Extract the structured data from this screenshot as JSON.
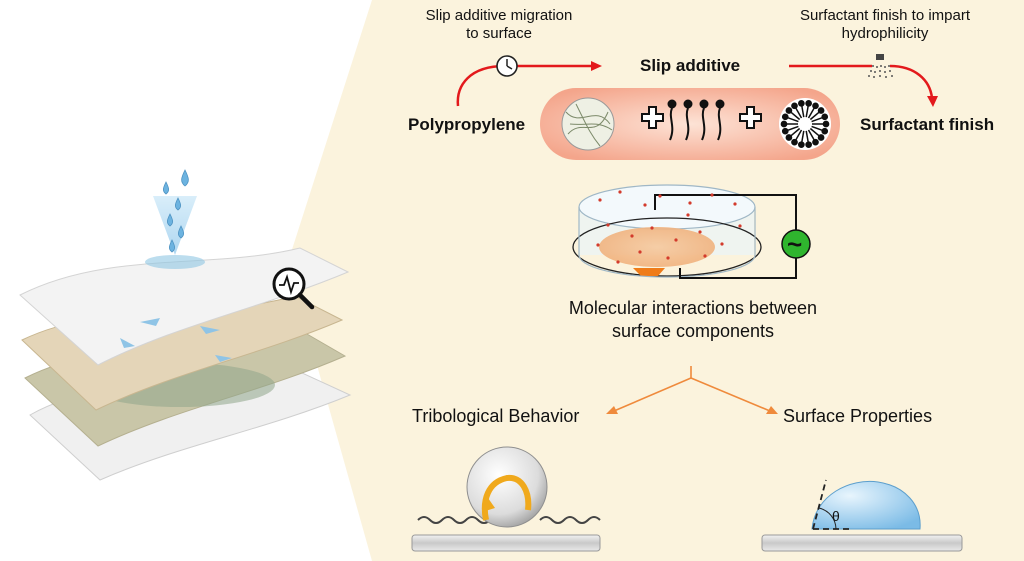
{
  "labels": {
    "migration_line1": "Slip additive migration",
    "migration_line2": "to surface",
    "slip_additive": "Slip additive",
    "surfactant_line1": "Surfactant finish to impart",
    "surfactant_line2": "hydrophilicity",
    "polypropylene": "Polypropylene",
    "surfactant_finish": "Surfactant finish",
    "interactions_line1": "Molecular interactions between",
    "interactions_line2": "surface components",
    "tribological": "Tribological Behavior",
    "surface_properties": "Surface Properties",
    "theta": "θ",
    "ac_symbol": "~"
  },
  "colors": {
    "arrow_red": "#e3191c",
    "branch_orange": "#ef8a3c",
    "beam": "#fbf3dd",
    "capsule": "#f7b49b",
    "ac_green": "#2fb52e",
    "droplet": "#a9d3ef",
    "particle_red": "#d33b2c"
  },
  "icons": [
    "clock-icon",
    "magnifier-icon",
    "spray-nozzle-icon",
    "plus-icon",
    "water-drop-icon"
  ]
}
